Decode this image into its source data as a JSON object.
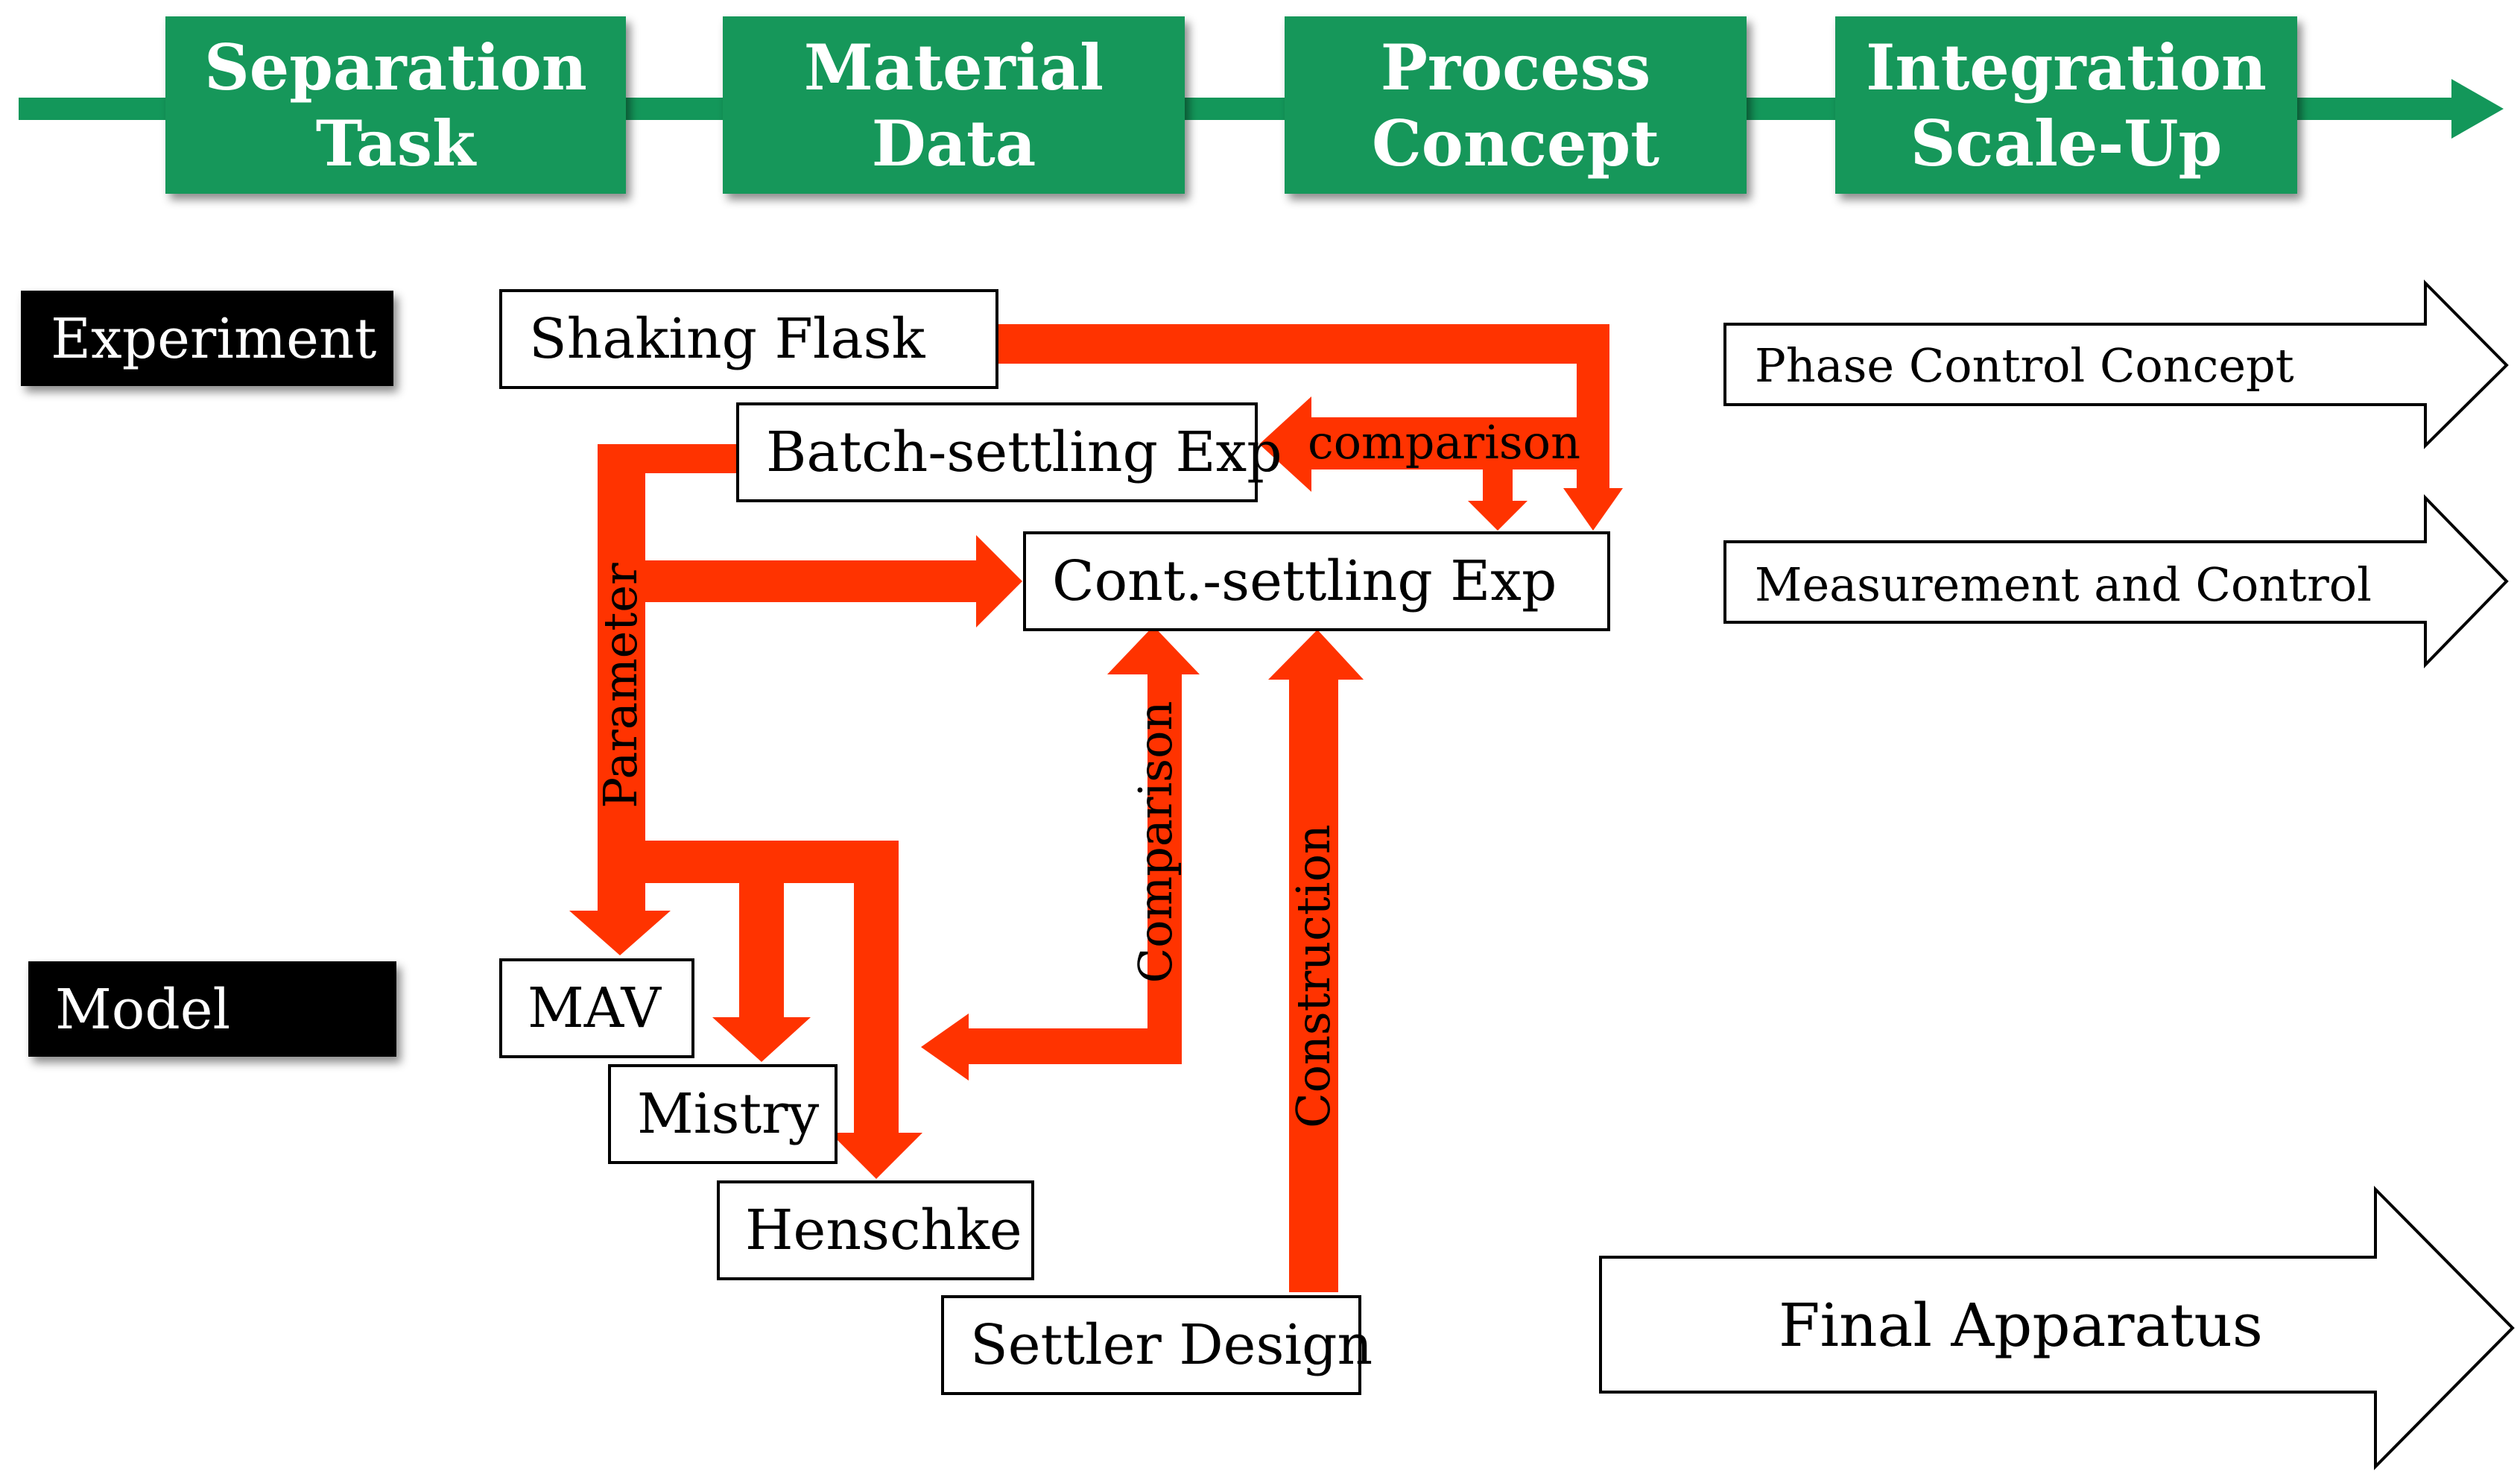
{
  "colors": {
    "stage_green": "#13975a",
    "flow_red": "#ff3300",
    "label_black": "#000000",
    "box_border": "#000000"
  },
  "stages": [
    {
      "line1": "Separation",
      "line2": "Task"
    },
    {
      "line1": "Material",
      "line2": "Data"
    },
    {
      "line1": "Process",
      "line2": "Concept"
    },
    {
      "line1": "Integration",
      "line2": "Scale-Up"
    }
  ],
  "row_labels": {
    "experiment": "Experiment",
    "model": "Model"
  },
  "boxes": {
    "shaking_flask": "Shaking Flask",
    "batch_settling": "Batch-settling Exp",
    "cont_settling": "Cont.-settling Exp",
    "mav": "MAV",
    "mistry": "Mistry",
    "henschke": "Henschke",
    "settler_design": "Settler Design"
  },
  "arrow_labels": {
    "comparison_top": "comparison",
    "parameter": "Parameter",
    "comparison_vertical": "Comparison",
    "construction": "Construction"
  },
  "outcomes": {
    "phase_control": "Phase Control Concept",
    "measurement_control": "Measurement and Control",
    "final_apparatus": "Final Apparatus"
  }
}
